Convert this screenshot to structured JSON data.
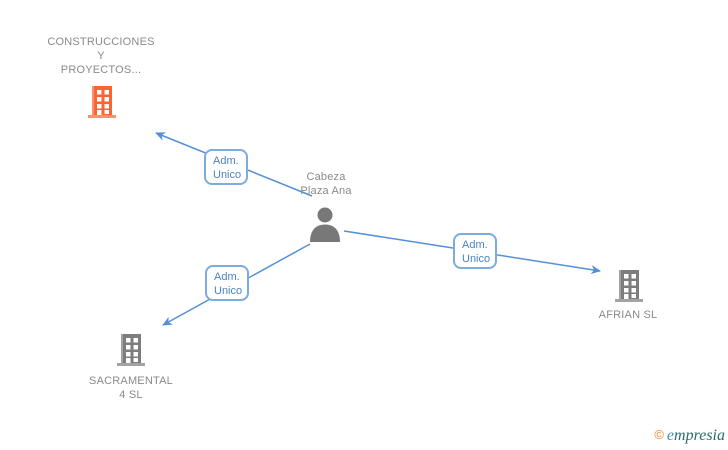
{
  "colors": {
    "edge_blue": "#5490d8",
    "box_border_blue": "#7cabde",
    "box_text_blue": "#4a82c6",
    "node_gray": "#7d7d7d",
    "label_gray": "#8a8a8a",
    "highlight_orange": "#fa6436",
    "logo_orange": "#f58220",
    "logo_blue": "#3a8fc7",
    "logo_teal": "#2a6b6b"
  },
  "diagram": {
    "person": {
      "name_line1": "Cabeza",
      "name_line2": "Plaza Ana"
    },
    "companies": {
      "construcciones": {
        "line1": "CONSTRUCCIONES",
        "line2": "Y",
        "line3": "PROYECTOS..."
      },
      "afrian": {
        "label": "AFRIAN SL"
      },
      "sacramental": {
        "line1": "SACRAMENTAL",
        "line2": "4 SL"
      }
    },
    "edge_label": {
      "line1": "Adm.",
      "line2": "Unico"
    }
  },
  "watermark": {
    "copyright_symbol": "©",
    "brand_first_letter": "e",
    "brand_rest": "mpresia"
  }
}
